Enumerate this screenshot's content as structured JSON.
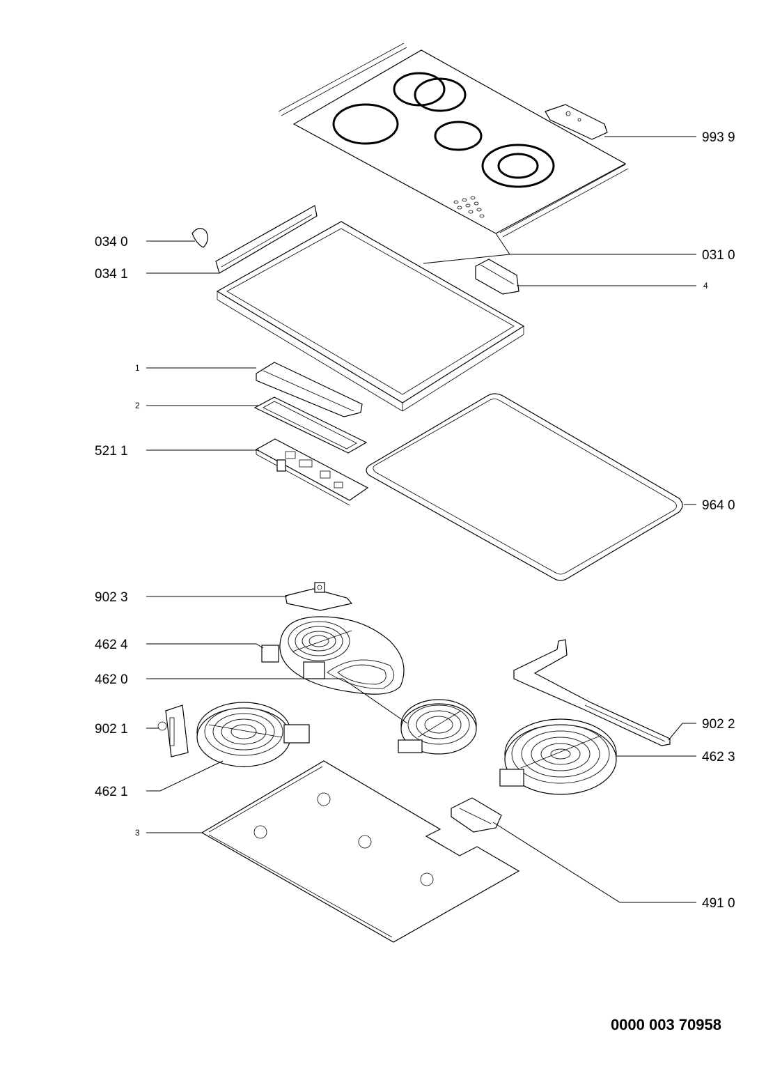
{
  "document_number": "0000 003 70958",
  "callouts": {
    "p9939": "993 9",
    "p0340": "034 0",
    "p0341": "034 1",
    "p0310": "031 0",
    "p4": "4",
    "p1": "1",
    "p2": "2",
    "p5211": "521 1",
    "p9640": "964 0",
    "p9023": "902 3",
    "p4624": "462 4",
    "p4620": "462 0",
    "p9021": "902 1",
    "p9022": "902 2",
    "p4623": "462 3",
    "p4621": "462 1",
    "p3": "3",
    "p4910": "491 0"
  }
}
